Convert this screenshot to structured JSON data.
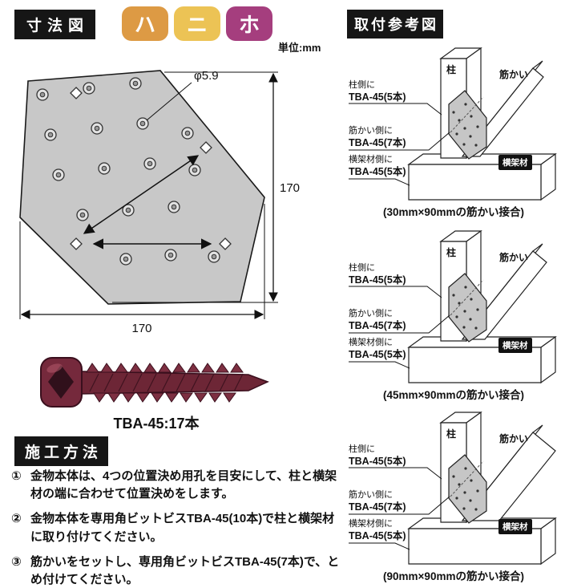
{
  "dimension_section": {
    "title": "寸法図",
    "badges": [
      {
        "label": "ハ",
        "color": "#dd9a44"
      },
      {
        "label": "ニ",
        "color": "#ecc355"
      },
      {
        "label": "ホ",
        "color": "#a53e7e"
      }
    ],
    "unit_label": "単位:mm",
    "hole_diameter": "φ5.9",
    "height_dim": "170",
    "width_dim": "170",
    "screw_label": "TBA-45:17本"
  },
  "method_section": {
    "title": "施工方法",
    "steps": [
      {
        "num": "①",
        "text": "金物本体は、4つの位置決め用孔を目安にして、柱と横架材の端に合わせて位置決めをします。"
      },
      {
        "num": "②",
        "text": "金物本体を専用角ビットビスTBA-45(10本)で柱と横架材に取り付けてください。"
      },
      {
        "num": "③",
        "text": "筋かいをセットし、専用角ビットビスTBA-45(7本)で、とめ付けてください。"
      }
    ]
  },
  "install_section": {
    "title": "取付参考図",
    "diagrams": [
      {
        "post_label": "柱",
        "brace_label": "筋かい",
        "beam_label": "横架材",
        "post_side": "柱側に",
        "post_screws": "TBA-45(5本)",
        "brace_side": "筋かい側に",
        "brace_screws": "TBA-45(7本)",
        "beam_side": "横架材側に",
        "beam_screws": "TBA-45(5本)",
        "caption": "(30mm×90mmの筋かい接合)"
      },
      {
        "post_label": "柱",
        "brace_label": "筋かい",
        "beam_label": "横架材",
        "post_side": "柱側に",
        "post_screws": "TBA-45(5本)",
        "brace_side": "筋かい側に",
        "brace_screws": "TBA-45(7本)",
        "beam_side": "横架材側に",
        "beam_screws": "TBA-45(5本)",
        "caption": "(45mm×90mmの筋かい接合)"
      },
      {
        "post_label": "柱",
        "brace_label": "筋かい",
        "beam_label": "横架材",
        "post_side": "柱側に",
        "post_screws": "TBA-45(5本)",
        "brace_side": "筋かい側に",
        "brace_screws": "TBA-45(7本)",
        "beam_side": "横架材側に",
        "beam_screws": "TBA-45(5本)",
        "caption": "(90mm×90mmの筋かい接合)"
      }
    ]
  }
}
